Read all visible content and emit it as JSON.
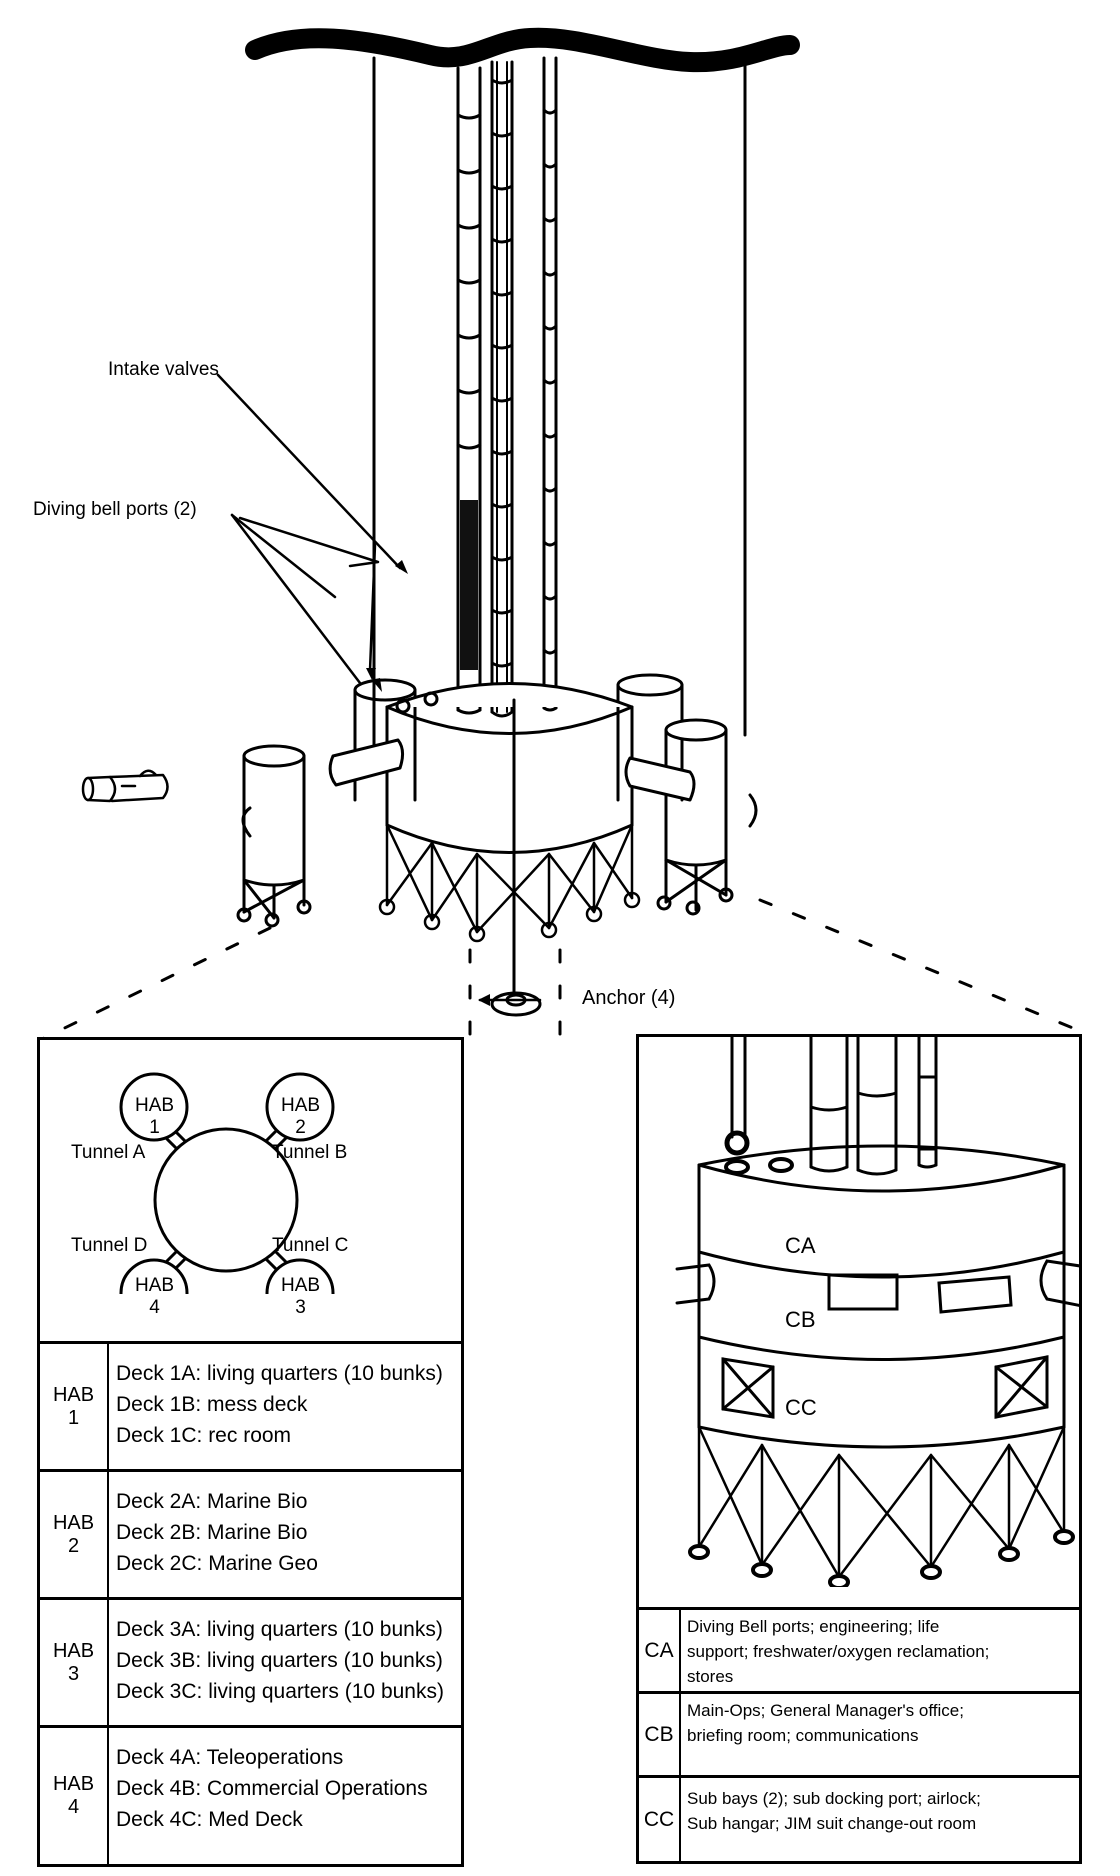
{
  "diagram": {
    "title_visible": false,
    "callouts": {
      "intake_valves": "Intake valves",
      "diving_bell_ports": "Diving bell ports (2)",
      "anchor": "Anchor (4)"
    },
    "plan_view": {
      "habs": [
        {
          "id": "hab1",
          "line1": "HAB",
          "line2": "1",
          "tunnel": "Tunnel A"
        },
        {
          "id": "hab2",
          "line1": "HAB",
          "line2": "2",
          "tunnel": "Tunnel B"
        },
        {
          "id": "hab3",
          "line1": "HAB",
          "line2": "3",
          "tunnel": "Tunnel C"
        },
        {
          "id": "hab4",
          "line1": "HAB",
          "line2": "4",
          "tunnel": "Tunnel D"
        }
      ]
    },
    "hab_table": [
      {
        "key_line1": "HAB",
        "key_line2": "1",
        "decks": [
          "Deck 1A: living quarters (10 bunks)",
          "Deck 1B: mess deck",
          "Deck 1C: rec room"
        ]
      },
      {
        "key_line1": "HAB",
        "key_line2": "2",
        "decks": [
          "Deck 2A: Marine Bio",
          "Deck 2B: Marine Bio",
          "Deck 2C: Marine Geo"
        ]
      },
      {
        "key_line1": "HAB",
        "key_line2": "3",
        "decks": [
          "Deck 3A: living quarters (10 bunks)",
          "Deck 3B: living quarters (10 bunks)",
          "Deck 3C: living quarters (10 bunks)"
        ]
      },
      {
        "key_line1": "HAB",
        "key_line2": "4",
        "decks": [
          "Deck 4A: Teleoperations",
          "Deck 4B: Commercial Operations",
          "Deck 4C: Med Deck"
        ]
      }
    ],
    "core_view": {
      "levels": [
        "CA",
        "CB",
        "CC"
      ]
    },
    "core_table": [
      {
        "key": "CA",
        "lines": [
          "Diving Bell ports; engineering; life",
          "support; freshwater/oxygen reclamation;",
          "stores"
        ]
      },
      {
        "key": "CB",
        "lines": [
          "Main-Ops; General Manager's office;",
          "briefing room; communications"
        ]
      },
      {
        "key": "CC",
        "lines": [
          "Sub bays (2); sub docking port; airlock;",
          "Sub hangar; JIM suit change-out room"
        ]
      }
    ],
    "colors": {
      "ink": "#000000",
      "paper": "#ffffff"
    }
  }
}
